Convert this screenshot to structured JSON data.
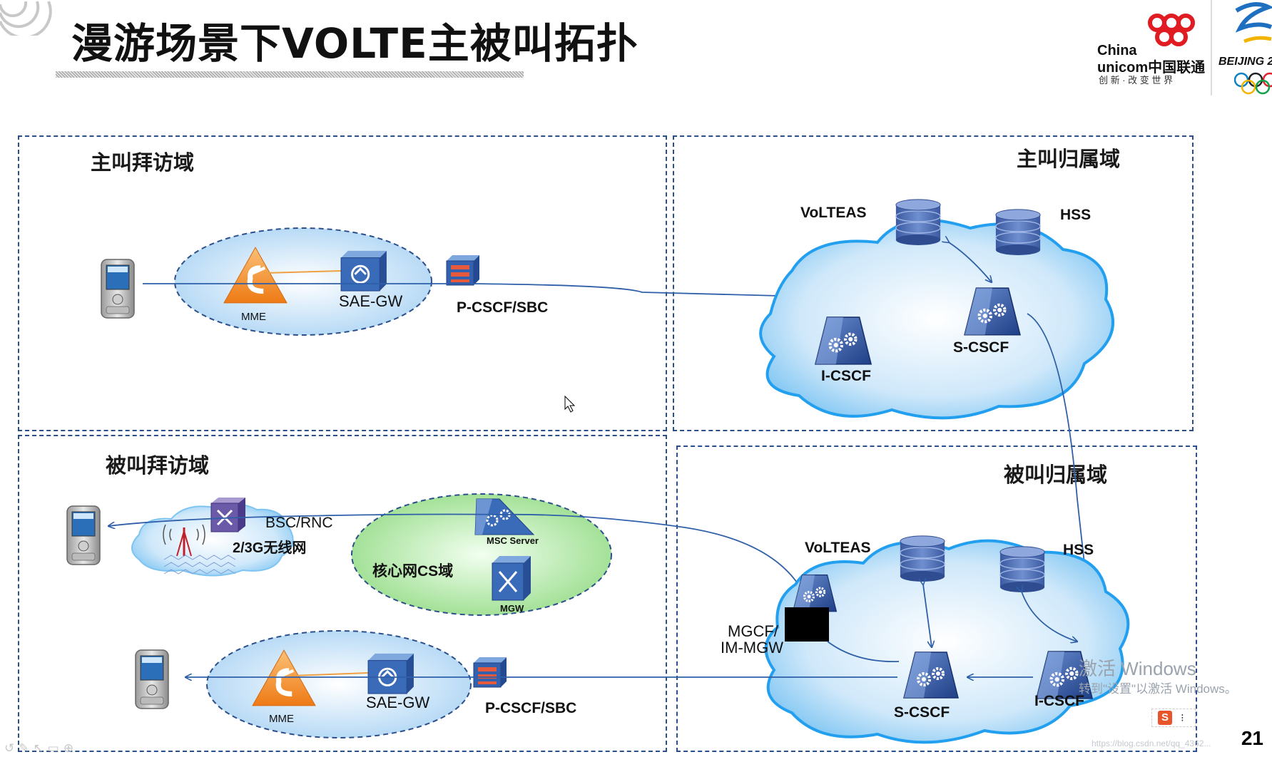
{
  "slide": {
    "title": "漫游场景下VOLTE主被叫拓扑",
    "page_number": "21"
  },
  "branding": {
    "china": "China",
    "unicom": "unicom中国联通",
    "slogan": "创 新 · 改 变 世 界",
    "beijing": "BEIJING 2"
  },
  "domains": {
    "caller_visited": "主叫拜访域",
    "caller_home": "主叫归属域",
    "callee_visited": "被叫拜访域",
    "callee_home": "被叫归属域"
  },
  "nodes": {
    "mme_top": "MME",
    "saegw_top": "SAE-GW",
    "pcscf_top": "P-CSCF/SBC",
    "volteas_top": "VoLTEAS",
    "hss_top": "HSS",
    "scscf_top": "S-CSCF",
    "icscf_top": "I-CSCF",
    "bsc_rnc": "BSC/RNC",
    "wireless": "2/3G无线网",
    "msc_server": "MSC Server",
    "core_cs": "核心网CS域",
    "mgw": "MGW",
    "mgcf_line1": "MGCF/",
    "mgcf_line2": "IM-MGW",
    "volteas_bottom": "VoLTEAS",
    "hss_bottom": "HSS",
    "scscf_bottom": "S-CSCF",
    "icscf_bottom": "I-CSCF",
    "mme_bottom": "MME",
    "saegw_bottom": "SAE-GW",
    "pcscf_bottom": "P-CSCF/SBC"
  },
  "overlay": {
    "activate_line1": "激活 Windows",
    "activate_line2": "转到\"设置\"以激活 Windows。",
    "url": "https://blog.csdn.net/qq_4362..."
  },
  "colors": {
    "border": "#2b4f8a",
    "line": "#2e5fa8",
    "cloud_fill": "#b8dcf5",
    "ims_cloud_edge": "#29a3ee",
    "mme_orange": "#f5892a",
    "core_green": "#a8e29a",
    "db_blue": "#4f6fb0"
  }
}
